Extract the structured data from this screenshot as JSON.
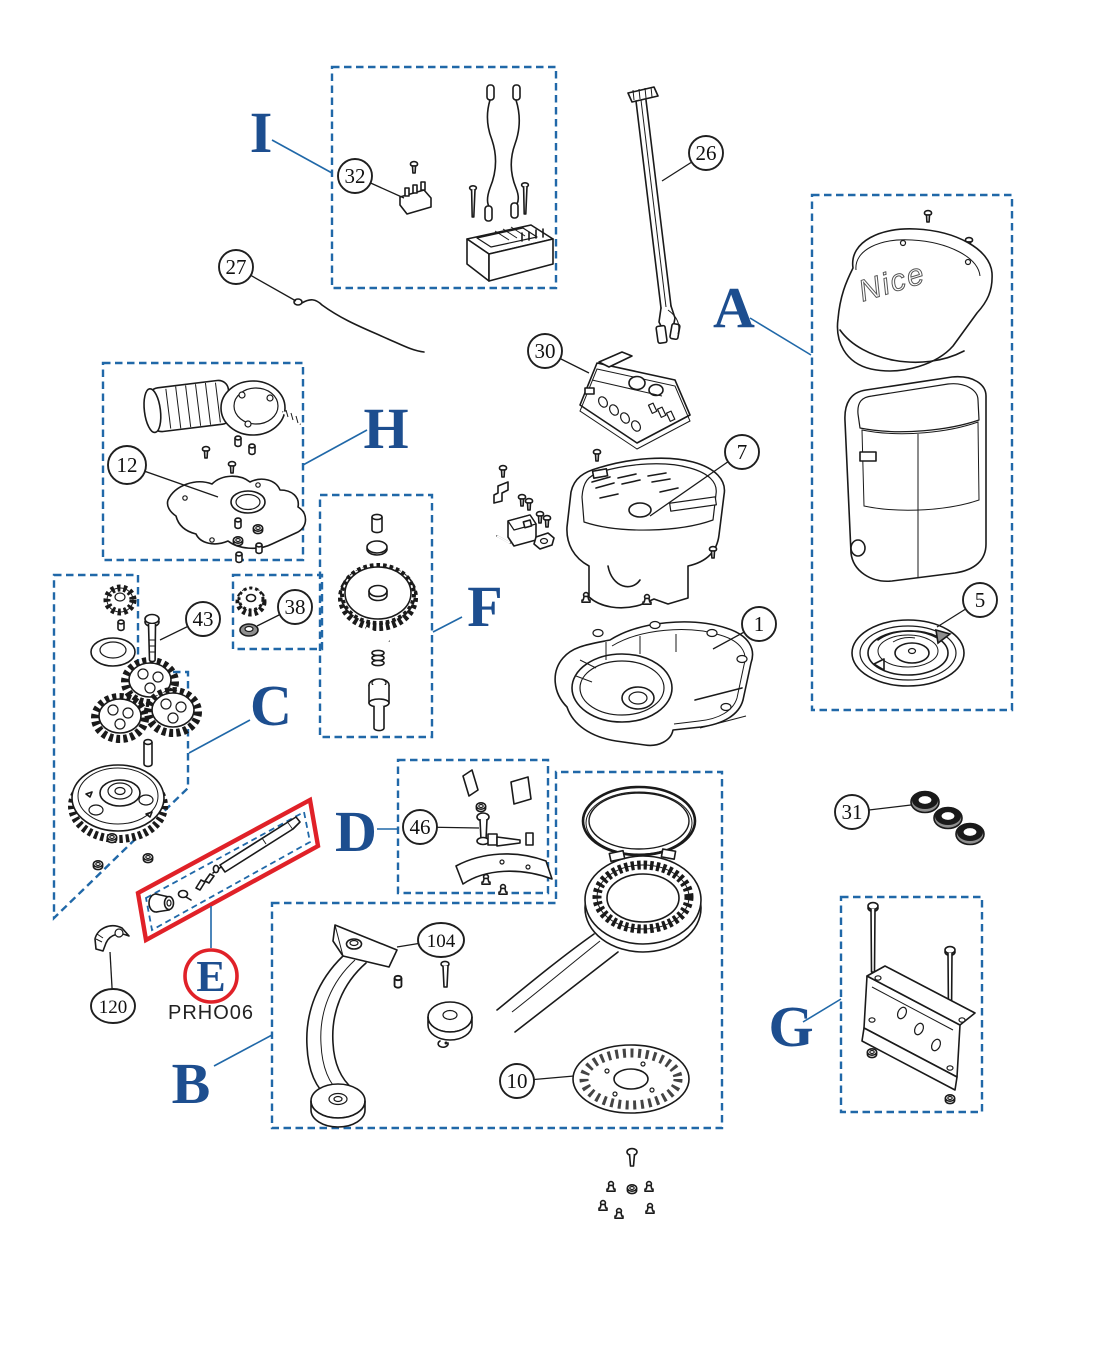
{
  "diagram": {
    "brand": "Nice",
    "product_code": "PRHO06",
    "groups": {
      "A": "A",
      "B": "B",
      "C": "C",
      "D": "D",
      "E": "E",
      "F": "F",
      "G": "G",
      "H": "H",
      "I": "I"
    },
    "callouts": {
      "1": "1",
      "5": "5",
      "7": "7",
      "10": "10",
      "12": "12",
      "26": "26",
      "27": "27",
      "30": "30",
      "31": "31",
      "32": "32",
      "38": "38",
      "43": "43",
      "46": "46",
      "104": "104",
      "120": "120"
    },
    "colors": {
      "box_outline": "#2068a8",
      "group_letter": "#1d4e8f",
      "highlight_red": "#e02128",
      "linework": "#1a1a1a"
    }
  }
}
